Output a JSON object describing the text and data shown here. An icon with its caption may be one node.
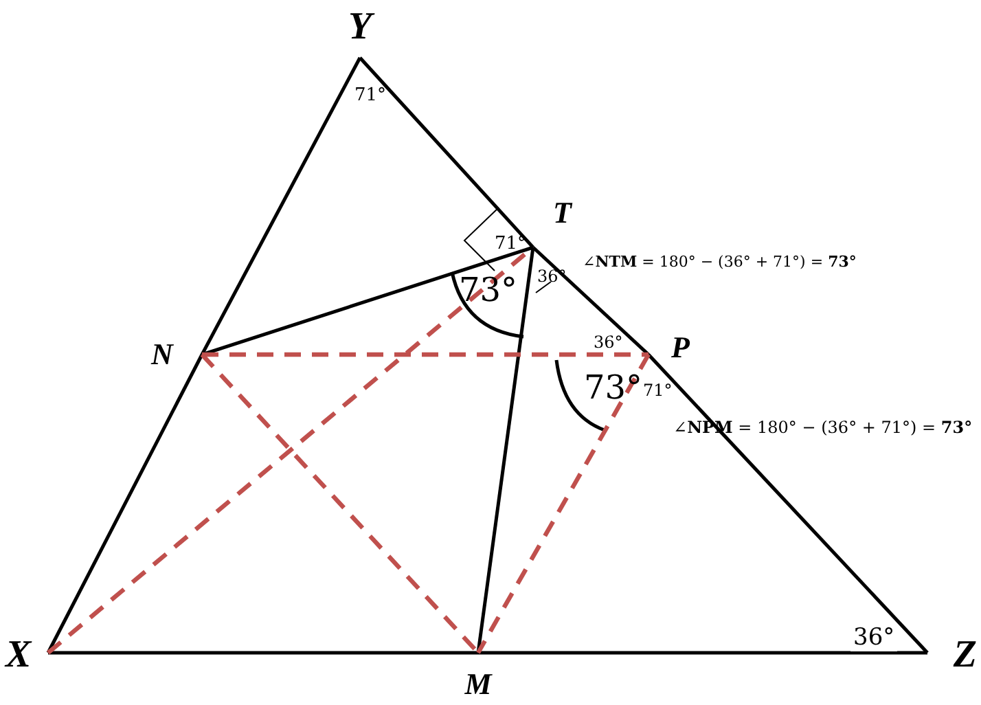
{
  "diagram": {
    "nodes": [
      {
        "text": [
          "Y"
        ]
      },
      {
        "text": [
          "T"
        ]
      },
      {
        "text": [
          "N"
        ]
      },
      {
        "text": [
          "P"
        ]
      },
      {
        "text": [
          "X"
        ]
      },
      {
        "text": [
          "M"
        ]
      },
      {
        "text": [
          "Z"
        ]
      }
    ],
    "edges": [
      {
        "from": 4,
        "to": 2,
        "arrow": "none"
      },
      {
        "from": 2,
        "to": 0,
        "arrow": "none"
      },
      {
        "from": 0,
        "to": 1,
        "arrow": "none"
      },
      {
        "from": 1,
        "to": 3,
        "arrow": "none"
      },
      {
        "from": 3,
        "to": 6,
        "arrow": "none"
      },
      {
        "from": 4,
        "to": 5,
        "arrow": "none"
      },
      {
        "from": 5,
        "to": 6,
        "arrow": "none"
      },
      {
        "from": 2,
        "to": 1,
        "arrow": "none"
      },
      {
        "from": 1,
        "to": 5,
        "arrow": "none"
      },
      {
        "from": 2,
        "to": 3,
        "arrow": "none",
        "style": "dashed",
        "color": "#c0504d"
      },
      {
        "from": 2,
        "to": 5,
        "arrow": "none",
        "style": "dashed",
        "color": "#c0504d"
      },
      {
        "from": 4,
        "to": 1,
        "arrow": "none",
        "style": "dashed",
        "color": "#c0504d"
      },
      {
        "from": 3,
        "to": 5,
        "arrow": "none",
        "style": "dashed",
        "color": "#c0504d"
      }
    ],
    "labels": [
      "71°",
      "71°",
      "73°",
      "36°",
      "∠**NTM** = 180° − (36° + 71°) = **73°**",
      "36°",
      "73°",
      "71°",
      "∠**NPM** = 180° − (36° + 71°) = **73°**",
      "36°"
    ]
  }
}
